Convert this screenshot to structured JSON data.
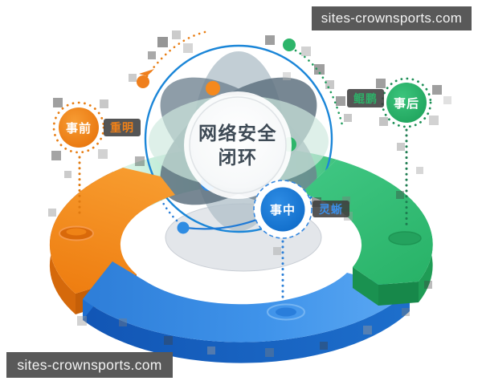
{
  "watermarks": {
    "top_right": "sites-crownsports.com",
    "bottom_left": "sites-crownsports.com"
  },
  "diagram": {
    "title_line1": "网络安全",
    "title_line2": "闭环",
    "phases": {
      "before": {
        "label": "事前",
        "annotation": "重明",
        "color": "#f08119"
      },
      "during": {
        "label": "事中",
        "annotation": "灵蜥",
        "color": "#1878d6"
      },
      "after": {
        "label": "事后",
        "annotation": "鲲鹏",
        "color": "#2db56a"
      }
    },
    "ring_colors": {
      "left": "#f08119",
      "bottom": "#3b8fe8",
      "right": "#2eba6e"
    }
  }
}
